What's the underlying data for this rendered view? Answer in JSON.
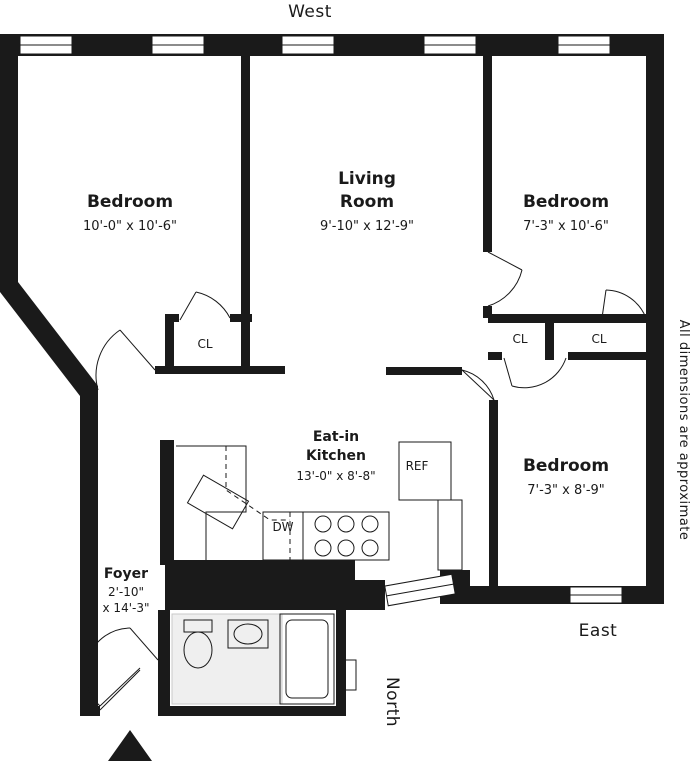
{
  "compass": {
    "west": "West",
    "east": "East",
    "north": "North"
  },
  "note": "All dimensions are approximate",
  "rooms": {
    "bedroom_left": {
      "name": "Bedroom",
      "dims": "10'-0\" x 10'-6\""
    },
    "living_room": {
      "name_line1": "Living",
      "name_line2": "Room",
      "dims": "9'-10\" x 12'-9\""
    },
    "bedroom_top_right": {
      "name": "Bedroom",
      "dims": "7'-3\" x 10'-6\""
    },
    "bedroom_bottom_right": {
      "name": "Bedroom",
      "dims": "7'-3\" x 8'-9\""
    },
    "kitchen": {
      "name_line1": "Eat-in",
      "name_line2": "Kitchen",
      "dims": "13'-0\" x 8'-8\""
    },
    "foyer": {
      "name": "Foyer",
      "dims_line1": "2'-10\"",
      "dims_line2": "x 14'-3\""
    }
  },
  "fixtures": {
    "closet_left": "CL",
    "closet_mid": "CL",
    "closet_right": "CL",
    "refrigerator": "REF",
    "dishwasher": "DW"
  }
}
